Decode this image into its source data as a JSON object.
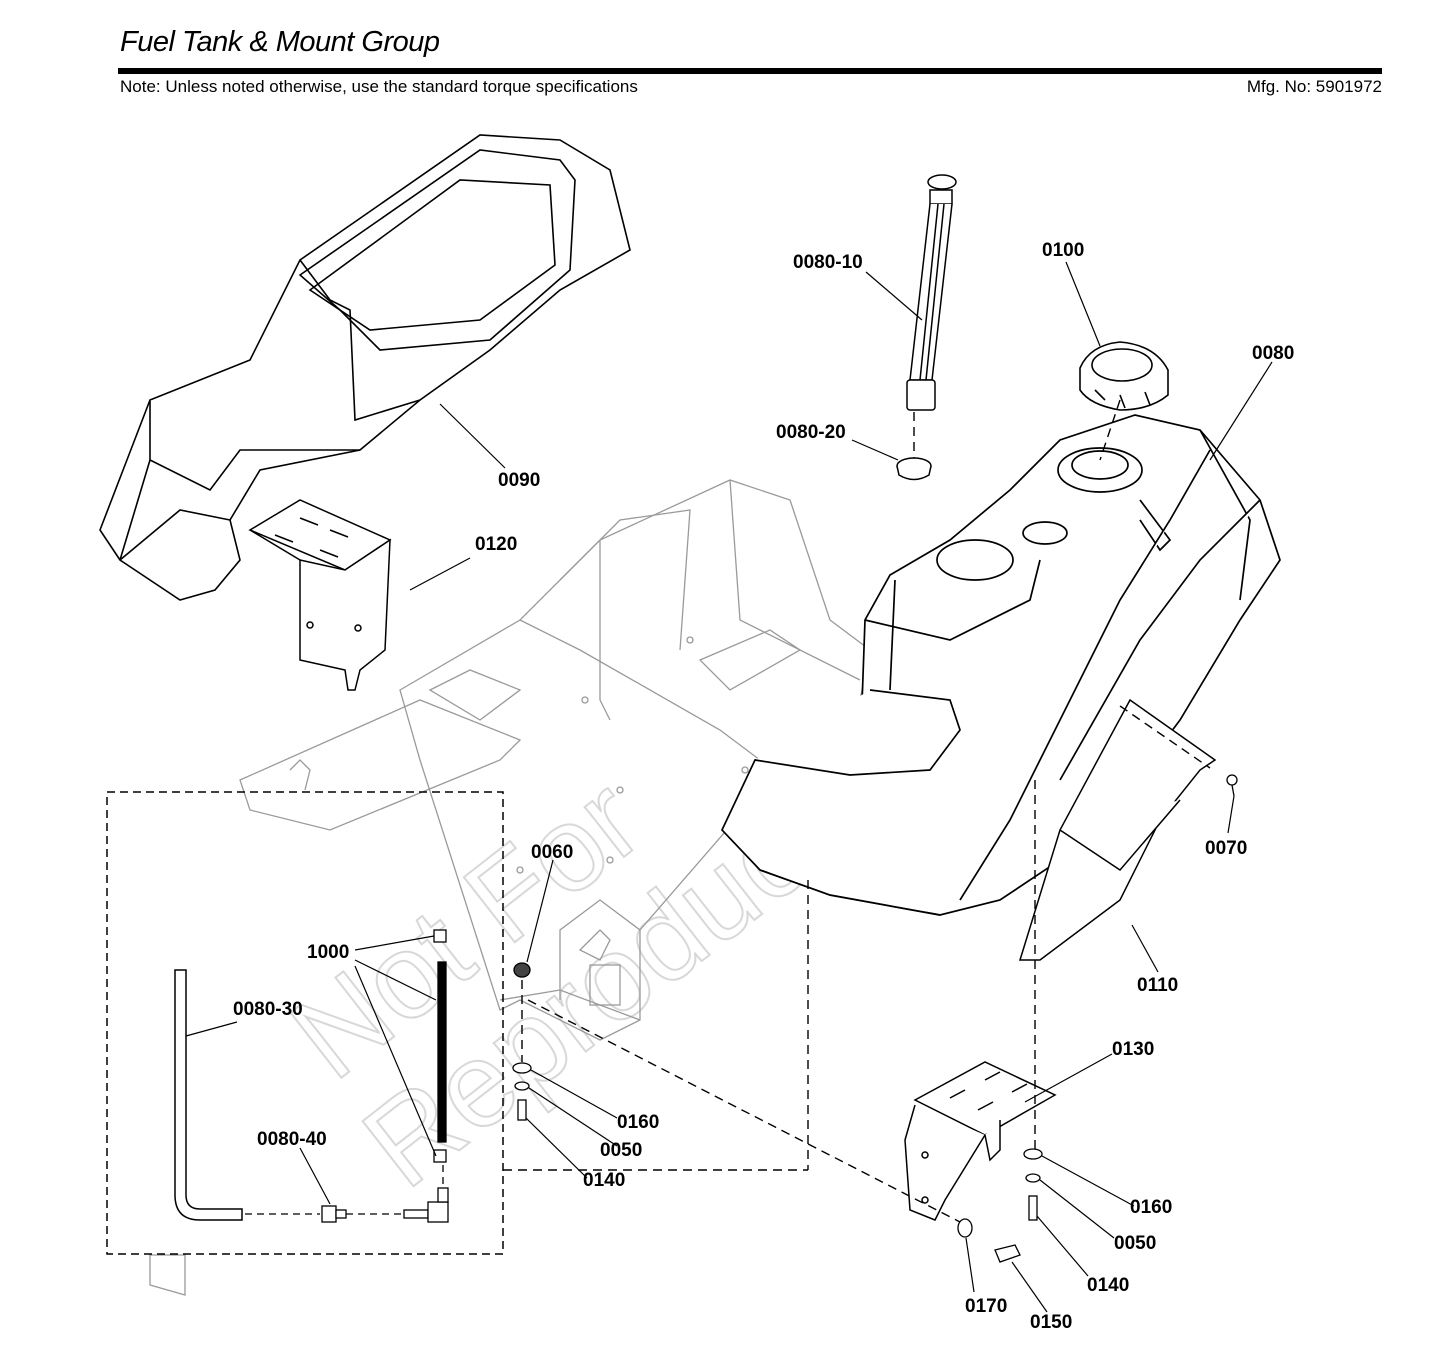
{
  "header": {
    "title": "Fuel Tank & Mount Group",
    "note": "Note: Unless noted otherwise, use the standard torque specifications",
    "mfg_no": "Mfg. No: 5901972"
  },
  "watermark": {
    "line1": "Not For",
    "line2": "Reproduction"
  },
  "callouts": {
    "c0090": "0090",
    "c0120": "0120",
    "c0080_10": "0080-10",
    "c0100": "0100",
    "c0080": "0080",
    "c0080_20": "0080-20",
    "c0060": "0060",
    "c0070": "0070",
    "c0110": "0110",
    "c1000": "1000",
    "c0080_30": "0080-30",
    "c0080_40": "0080-40",
    "c0160a": "0160",
    "c0050a": "0050",
    "c0140a": "0140",
    "c0130": "0130",
    "c0160b": "0160",
    "c0050b": "0050",
    "c0140b": "0140",
    "c0170": "0170",
    "c0150": "0150"
  }
}
